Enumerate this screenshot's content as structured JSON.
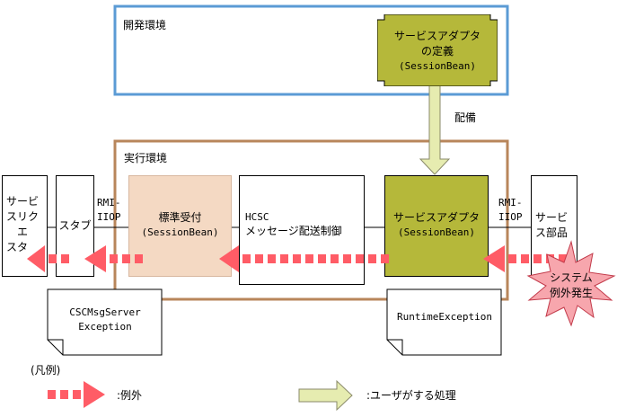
{
  "dev_env": {
    "label": "開発環境",
    "border_color": "#5b9bd5"
  },
  "adapter_def": {
    "line1": "サービスアダプタ",
    "line2": "の定義",
    "line3": "(SessionBean)",
    "fill": "#b5b83a"
  },
  "deploy": {
    "label": "配備"
  },
  "run_env": {
    "label": "実行環境",
    "border_color": "#b8865b"
  },
  "requester": {
    "line1": "サービ",
    "line2": "スリク",
    "line3": "エ",
    "line4": "スタ"
  },
  "stub": {
    "label": "スタブ"
  },
  "rmi_left": {
    "line1": "RMI-",
    "line2": "IIOP"
  },
  "reception": {
    "line1": "標準受付",
    "line2": "(SessionBean)",
    "fill": "#f4d9c3"
  },
  "hcsc": {
    "line1": "HCSC",
    "line2": "メッセージ配送制御"
  },
  "adapter_run": {
    "line1": "サービスアダプタ",
    "line2": "(SessionBean)",
    "fill": "#b5b83a"
  },
  "rmi_right": {
    "line1": "RMI-",
    "line2": "IIOP"
  },
  "service_part": {
    "line1": "サービ",
    "line2": "ス部品"
  },
  "burst": {
    "line1": "システム",
    "line2": "例外発生",
    "fill": "#f7a6ad"
  },
  "note_left": {
    "line1": "CSCMsgServer",
    "line2": "Exception"
  },
  "note_right": {
    "line1": "RuntimeException"
  },
  "legend": {
    "title": "(凡例)",
    "exception_label": ":例外",
    "user_process_label": ":ユーザがする処理"
  },
  "colors": {
    "exception_arrow": "#ff5c66",
    "user_arrow": "#e6ecb0"
  }
}
